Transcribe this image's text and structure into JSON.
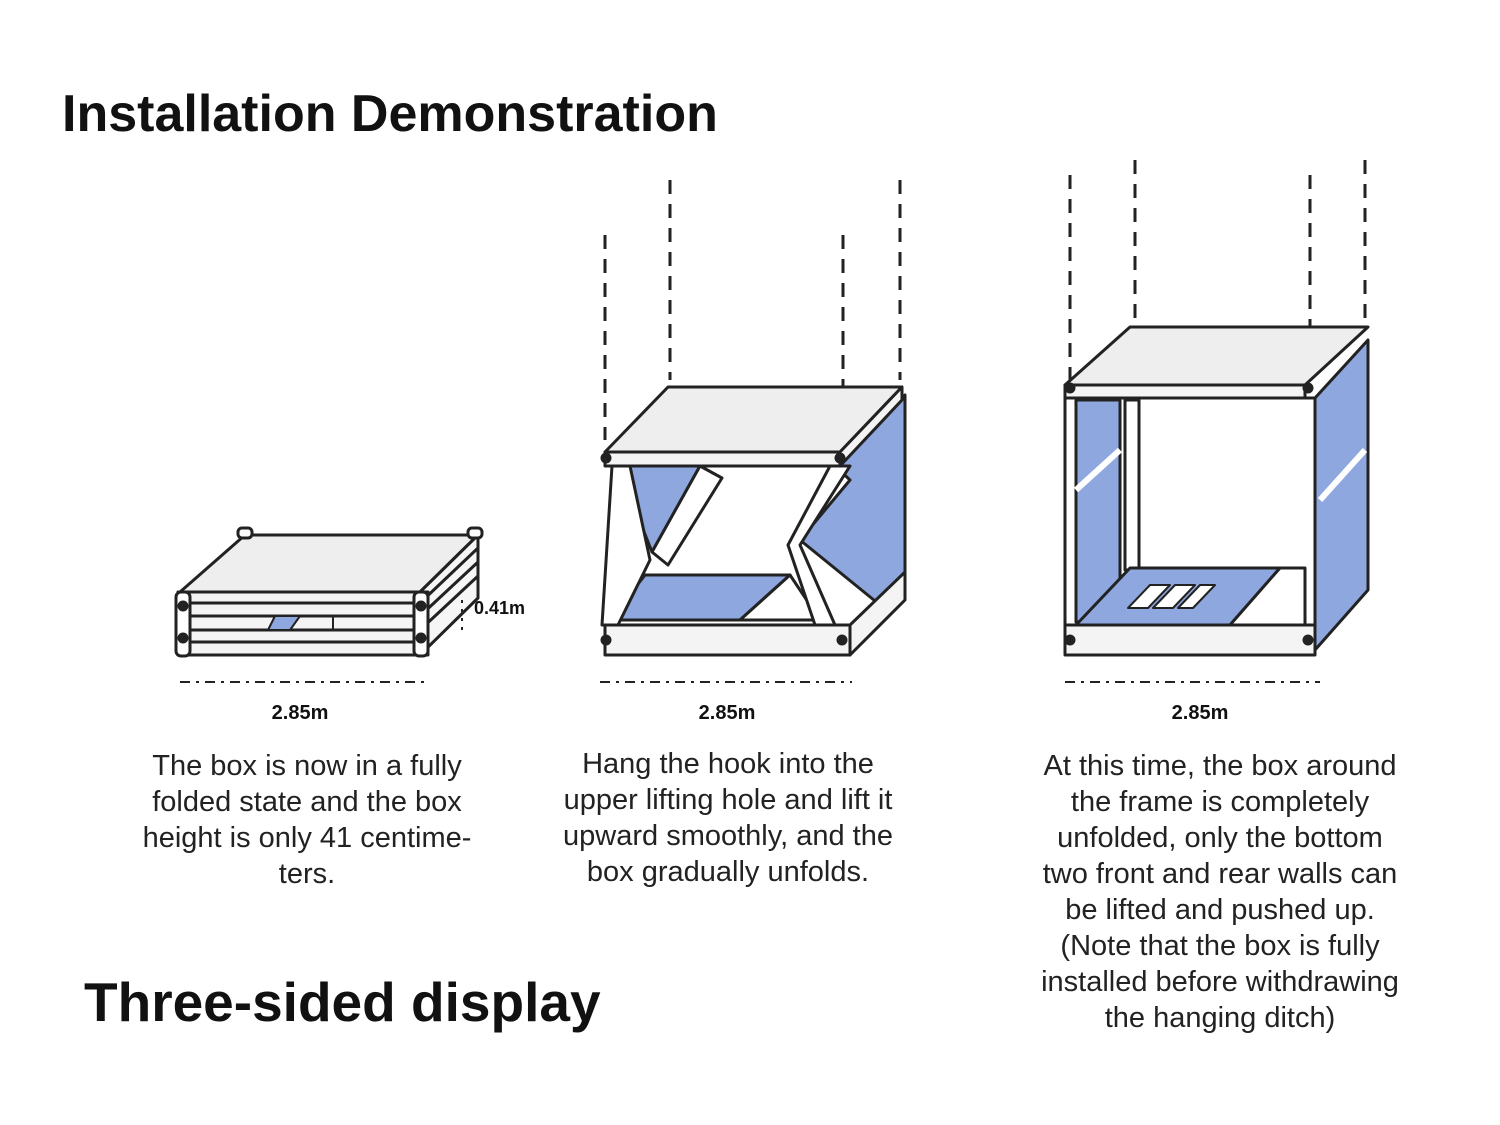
{
  "title": "Installation Demonstration",
  "subtitle": "Three-sided display",
  "colors": {
    "panel_blue": "#8ea7df",
    "frame": "#222222",
    "top_face": "#eeeeee"
  },
  "steps": [
    {
      "width_label": "2.85m",
      "height_label": "0.41m",
      "caption": [
        "The box is now in a fully",
        "folded state and the box",
        "height is only 41 centime-",
        "ters."
      ]
    },
    {
      "width_label": "2.85m",
      "caption": [
        "Hang the hook into the",
        "upper lifting hole and lift it",
        "upward smoothly, and the",
        "box gradually unfolds."
      ]
    },
    {
      "width_label": "2.85m",
      "caption": [
        "At this time, the box around",
        "the frame is completely",
        "unfolded, only the bottom",
        "two front and rear walls can",
        "be lifted and pushed up.",
        "(Note that the box is fully",
        "installed before withdrawing",
        "the hanging ditch)"
      ]
    }
  ]
}
